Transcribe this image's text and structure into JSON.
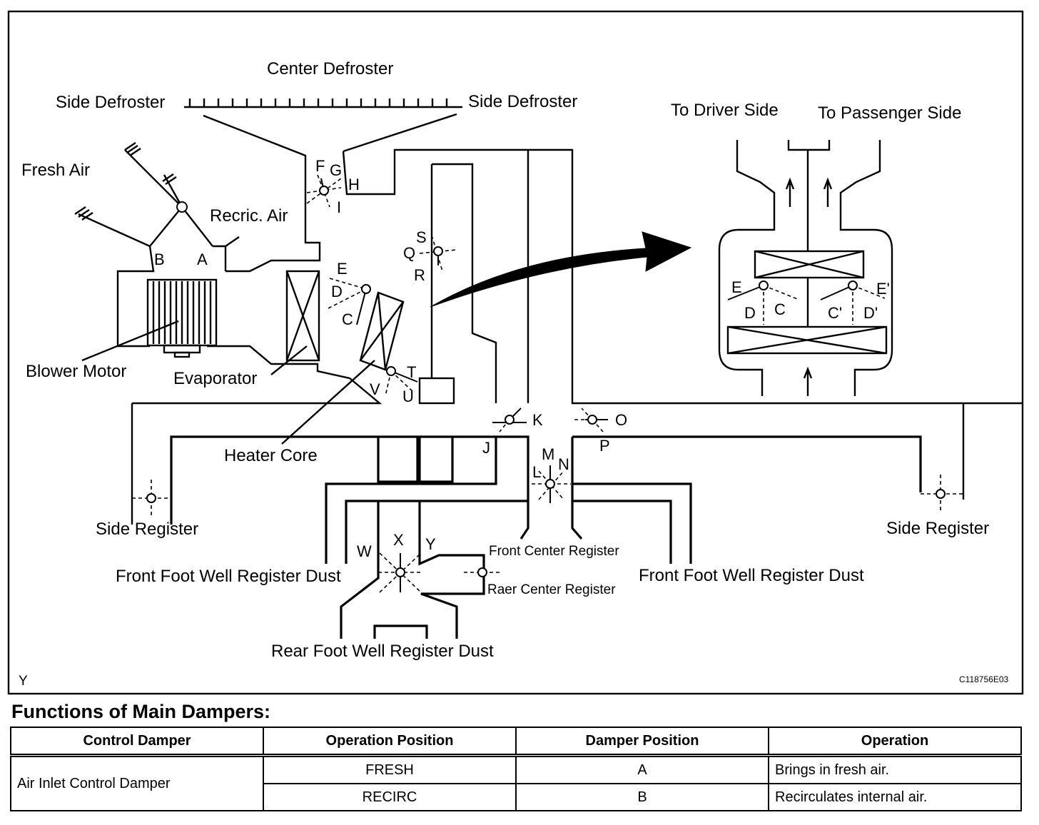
{
  "diagram": {
    "labels": {
      "center_defroster": "Center Defroster",
      "side_defroster_left": "Side Defroster",
      "side_defroster_right": "Side Defroster",
      "fresh_air": "Fresh Air",
      "recirc_air": "Recric. Air",
      "blower_motor": "Blower Motor",
      "evaporator": "Evaporator",
      "heater_core": "Heater Core",
      "side_register_left": "Side Register",
      "side_register_right": "Side Register",
      "front_foot_well_left": "Front Foot Well Register Dust",
      "front_foot_well_right": "Front Foot Well Register Dust",
      "front_center_register": "Front Center Register",
      "rear_center_register": "Raer Center Register",
      "rear_foot_well": "Rear Foot Well Register Dust",
      "to_driver_side": "To Driver Side",
      "to_passenger_side": "To Passenger Side",
      "corner_mark": "Y",
      "figure_code": "C118756E03"
    },
    "damper_letters": {
      "a": "A",
      "b": "B",
      "c": "C",
      "d": "D",
      "e": "E",
      "f": "F",
      "g": "G",
      "h": "H",
      "i": "I",
      "j": "J",
      "k": "K",
      "l": "L",
      "m": "M",
      "n": "N",
      "o": "O",
      "p": "P",
      "q": "Q",
      "r": "R",
      "s": "S",
      "t": "T",
      "u": "U",
      "v": "V",
      "w": "W",
      "x": "X",
      "y": "Y",
      "inset_e": "E",
      "inset_d": "D",
      "inset_c": "C",
      "inset_c_prime": "C'",
      "inset_d_prime": "D'",
      "inset_e_prime": "E'"
    }
  },
  "dampers_section": {
    "title": "Functions of Main Dampers:",
    "columns": [
      "Control Damper",
      "Operation Position",
      "Damper Position",
      "Operation"
    ],
    "group_name": "Air Inlet Control Damper",
    "rows": [
      {
        "operation_position": "FRESH",
        "damper_position": "A",
        "operation": "Brings in fresh air."
      },
      {
        "operation_position": "RECIRC",
        "damper_position": "B",
        "operation": "Recirculates internal air."
      }
    ]
  }
}
